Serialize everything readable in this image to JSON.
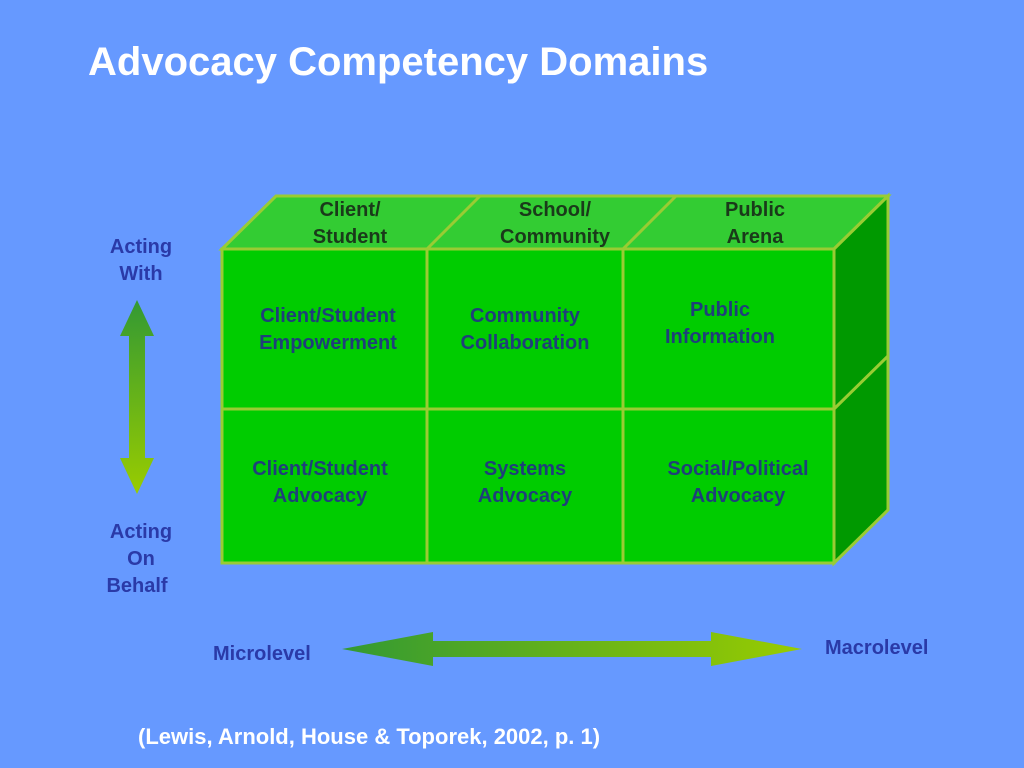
{
  "title": "Advocacy Competency Domains",
  "columns": {
    "col1": {
      "line1": "Client/",
      "line2": "Student"
    },
    "col2": {
      "line1": "School/",
      "line2": "Community"
    },
    "col3": {
      "line1": "Public",
      "line2": "Arena"
    }
  },
  "cells": {
    "r1c1": {
      "line1": "Client/Student",
      "line2": "Empowerment"
    },
    "r1c2": {
      "line1": "Community",
      "line2": "Collaboration"
    },
    "r1c3": {
      "line1": "Public",
      "line2": "Information"
    },
    "r2c1": {
      "line1": "Client/Student",
      "line2": "Advocacy"
    },
    "r2c2": {
      "line1": "Systems",
      "line2": "Advocacy"
    },
    "r2c3": {
      "line1": "Social/Political",
      "line2": "Advocacy"
    }
  },
  "vertical_axis": {
    "top": {
      "line1": "Acting",
      "line2": "With"
    },
    "bottom": {
      "line1": "Acting",
      "line2": "On",
      "line3": "Behalf"
    }
  },
  "horizontal_axis": {
    "left": "Microlevel",
    "right": "Macrolevel"
  },
  "citation": "(Lewis, Arnold, House & Toporek, 2002, p. 1)",
  "colors": {
    "background": "#6699ff",
    "front_face": "#00cc00",
    "top_face": "#33cc33",
    "side_face": "#009900",
    "grid_lines": "#99cc33",
    "arrow_dark": "#339933",
    "arrow_light": "#99cc00"
  }
}
